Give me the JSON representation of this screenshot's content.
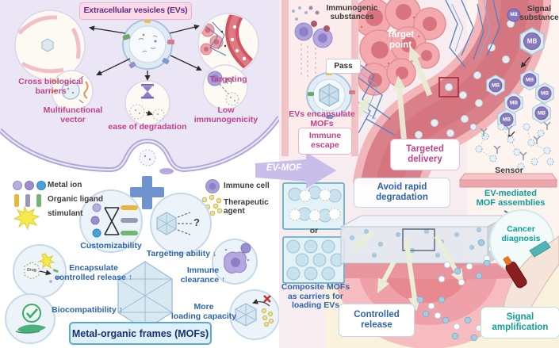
{
  "left": {
    "title": "Extracellular vesicles (EVs)",
    "cross_biological_barriers": "Cross biological\nbarriers",
    "targeting": "Targeting",
    "multifunctional_vector": "Multifunctional\nvector",
    "ease_of_degradation": "ease of degradation",
    "low_immunogenicity": "Low\nimmunogenicity",
    "minus": "(-)",
    "legend": {
      "metal_ion": "Metal ion",
      "organic_ligand": "Organic ligand",
      "stimulant": "stimulant",
      "immune_cell": "Immune cell",
      "therapeutic_agent": "Therapeutic\nagent"
    },
    "customizability": "Customizability",
    "encapsulate_release": "Encapsulate\ncontrolled release ↑",
    "biocompatibility": "Biocompatibility ↑",
    "targeting_ability": "Targeting ability ↓",
    "immune_clearance": "Immune\nclearance ↑",
    "more_loading": "More\nloading capacity",
    "drug": "Drug",
    "question": "?",
    "footer": "Metal-organic frames (MOFs)"
  },
  "right": {
    "immunogenic": "Immunogenic\nsubstances",
    "pass": "Pass",
    "evs_encapsulate": "EVs encapsulate\nMOFs",
    "immune_escape": "Immune\nescape",
    "ev_mof": "EV-MOF",
    "target_point": "Target\npoint",
    "targeted_delivery": "Targeted\ndelivery",
    "avoid_degradation": "Avoid rapid\ndegradation",
    "or": "or",
    "composite": "Composite MOFs\nas carriers for\nloading EVs",
    "controlled_release": "Controlled\nrelease",
    "signal_substance": "Signal\nsubstance",
    "mb": "MB",
    "sensor": "Sensor",
    "ev_mediated": "EV-mediated\nMOF assemblies",
    "cancer_diagnosis": "Cancer\ndiagnosis",
    "signal_amplification": "Signal\namplification"
  },
  "colors": {
    "magenta": "#c2418c",
    "blue": "#2e64ae",
    "teal": "#0f9f99",
    "title_purple": "#5f2b86",
    "lavender_bg": "#eae6f5",
    "membrane_purple": "#b2a6d8",
    "arrow_purple": "#c8bee9",
    "vessel_red": "#da808a",
    "footer_navy": "#16326f",
    "mof_blue": "#c9dfeb",
    "mb_purple": "#8879be"
  }
}
